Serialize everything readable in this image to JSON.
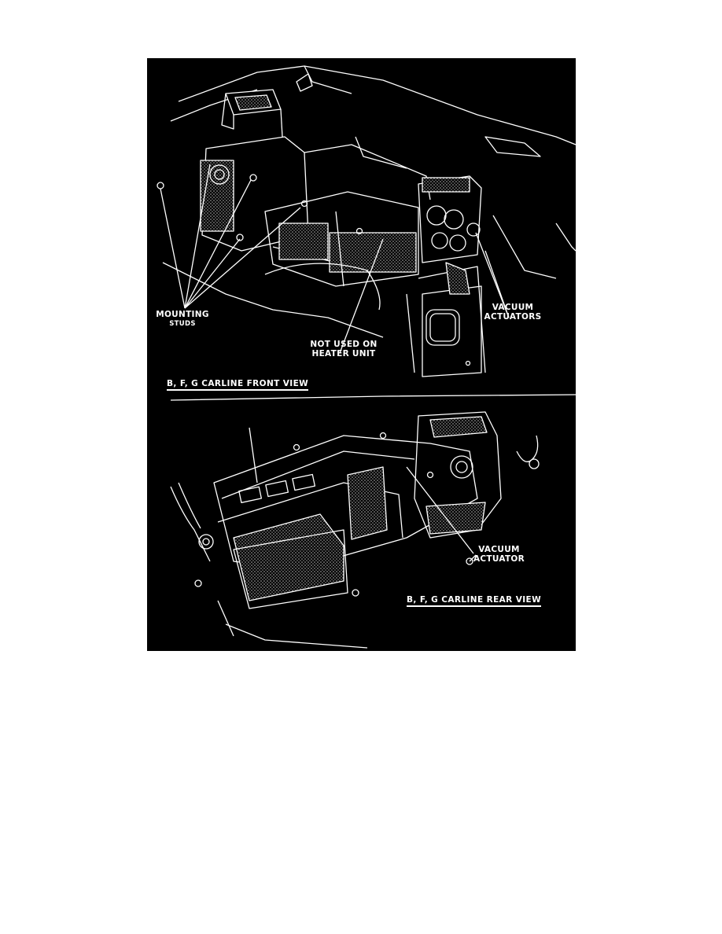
{
  "colors": {
    "page": "#ffffff",
    "panel": "#000000",
    "ink": "#ffffff"
  },
  "front_view": {
    "caption": "B, F, G CARLINE FRONT VIEW",
    "labels": {
      "mounting": "MOUNTING",
      "studs": "STUDS",
      "vacuum": "VACUUM",
      "actuators": "ACTUATORS",
      "not_used_line1": "NOT USED ON",
      "not_used_line2": "HEATER UNIT"
    }
  },
  "rear_view": {
    "caption": "B, F, G CARLINE REAR VIEW",
    "labels": {
      "vacuum": "VACUUM",
      "actuator": "ACTUATOR"
    }
  }
}
